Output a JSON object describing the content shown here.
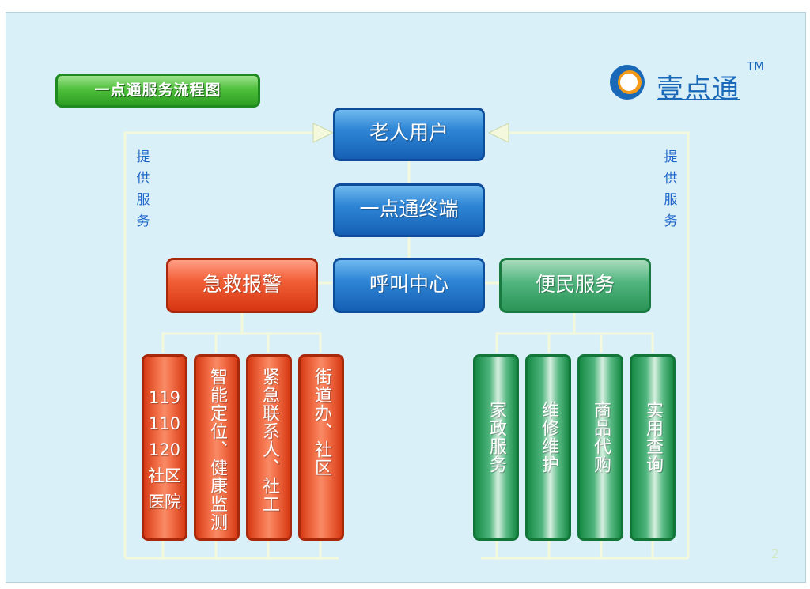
{
  "title": "一点通服务流程图",
  "logo": {
    "text": "壹点通",
    "tm": "TM",
    "accent": "#f39a1a",
    "color": "#1a68b8"
  },
  "side_labels": {
    "left": "提供服务",
    "right": "提供服务"
  },
  "nodes": {
    "user": "老人用户",
    "terminal": "一点通终端",
    "call_center": "呼叫中心",
    "emergency": "急救报警",
    "convenience": "便民服务"
  },
  "emergency_items": [
    {
      "lines": [
        "119",
        "110",
        "120"
      ],
      "text": "社区医院"
    },
    {
      "text": "智能定位、健康监测"
    },
    {
      "text": "紧急联系人、社工"
    },
    {
      "text": "街道办、社区"
    }
  ],
  "convenience_items": [
    {
      "text": "家政服务"
    },
    {
      "text": "维修维护"
    },
    {
      "text": "商品代购"
    },
    {
      "text": "实用查询"
    }
  ],
  "page_number": "2",
  "colors": {
    "blue": "#1560b5",
    "red": "#d63612",
    "green": "#2b9456",
    "background": "#daf0f8"
  }
}
